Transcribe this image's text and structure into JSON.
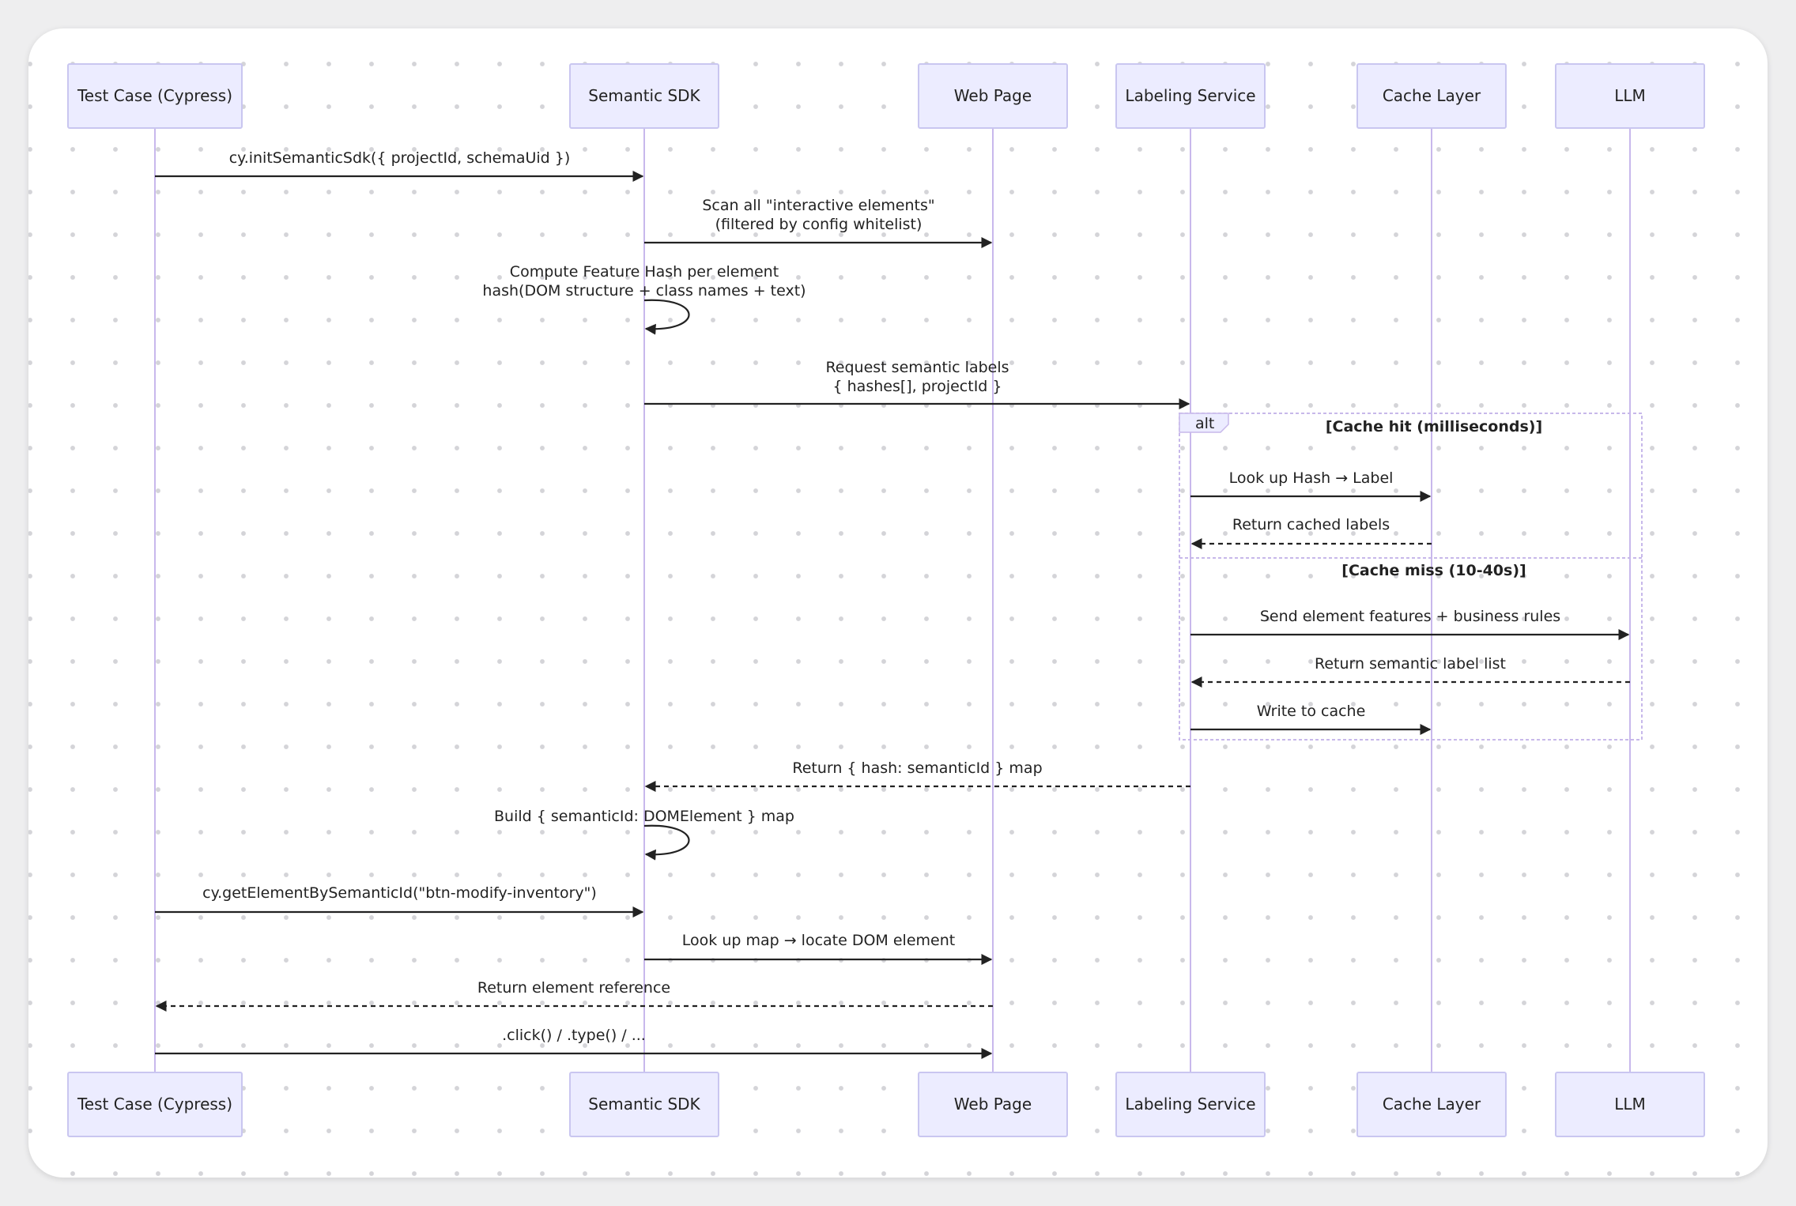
{
  "actors": [
    {
      "id": "test",
      "label": "Test Case (Cypress)"
    },
    {
      "id": "sdk",
      "label": "Semantic SDK"
    },
    {
      "id": "web",
      "label": "Web Page"
    },
    {
      "id": "label",
      "label": "Labeling Service"
    },
    {
      "id": "cache",
      "label": "Cache Layer"
    },
    {
      "id": "llm",
      "label": "LLM"
    }
  ],
  "messages": [
    {
      "from": "test",
      "to": "sdk",
      "style": "solid",
      "lines": [
        "cy.initSemanticSdk({ projectId, schemaUid })"
      ]
    },
    {
      "from": "sdk",
      "to": "web",
      "style": "solid",
      "lines": [
        "Scan all \"interactive elements\"",
        "(filtered by config whitelist)"
      ]
    },
    {
      "from": "sdk",
      "to": "sdk",
      "style": "solid",
      "lines": [
        "Compute Feature Hash per element",
        "hash(DOM structure + class names + text)"
      ]
    },
    {
      "from": "sdk",
      "to": "label",
      "style": "solid",
      "lines": [
        "Request semantic labels",
        "{ hashes[], projectId }"
      ]
    },
    {
      "from": "label",
      "to": "cache",
      "style": "solid",
      "lines": [
        "Look up Hash → Label"
      ]
    },
    {
      "from": "cache",
      "to": "label",
      "style": "dashed",
      "lines": [
        "Return cached labels"
      ]
    },
    {
      "from": "label",
      "to": "llm",
      "style": "solid",
      "lines": [
        "Send element features + business rules"
      ]
    },
    {
      "from": "llm",
      "to": "label",
      "style": "dashed",
      "lines": [
        "Return semantic label list"
      ]
    },
    {
      "from": "label",
      "to": "cache",
      "style": "solid",
      "lines": [
        "Write to cache"
      ]
    },
    {
      "from": "label",
      "to": "sdk",
      "style": "dashed",
      "lines": [
        "Return { hash: semanticId } map"
      ]
    },
    {
      "from": "sdk",
      "to": "sdk",
      "style": "solid",
      "lines": [
        "Build { semanticId: DOMElement } map"
      ]
    },
    {
      "from": "test",
      "to": "sdk",
      "style": "solid",
      "lines": [
        "cy.getElementBySemanticId(\"btn-modify-inventory\")"
      ]
    },
    {
      "from": "sdk",
      "to": "web",
      "style": "solid",
      "lines": [
        "Look up map → locate DOM element"
      ]
    },
    {
      "from": "web",
      "to": "test",
      "style": "dashed",
      "lines": [
        "Return element reference"
      ]
    },
    {
      "from": "test",
      "to": "web",
      "style": "solid",
      "lines": [
        ".click() / .type() / ..."
      ]
    }
  ],
  "alt_frame": {
    "label": "alt",
    "sections": [
      {
        "condition": "[Cache hit (milliseconds)]"
      },
      {
        "condition": "[Cache miss (10-40s)]"
      }
    ]
  }
}
